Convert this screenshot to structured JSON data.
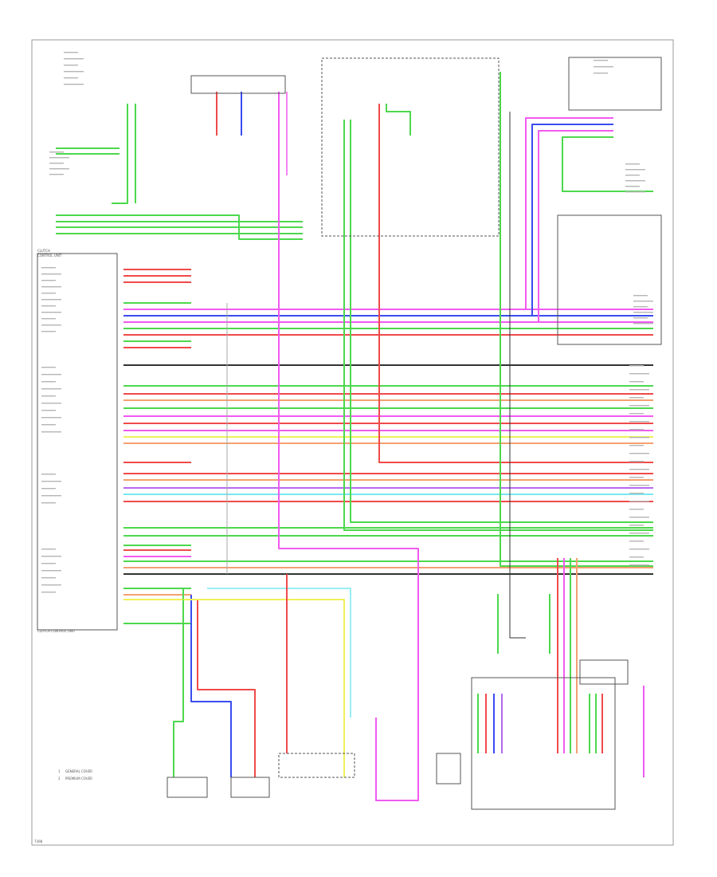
{
  "diagram": {
    "footer_id": "7398",
    "unit_label": "CLUTCH CONTROL UNIT",
    "unit_label_top_a": "CLUTCH",
    "unit_label_top_b": "CONTROL UNIT",
    "legend": [
      {
        "num": "1",
        "text": "GENERAL COVER"
      },
      {
        "num": "2",
        "text": "PREMIUM COVER"
      }
    ]
  },
  "colors": {
    "green": "#4dd84d",
    "pink": "#f05af0",
    "blue": "#3a4cf0",
    "red": "#f04a4a",
    "orange": "#f4a070",
    "yellow": "#f0f05a",
    "cyan": "#78e8f0",
    "purple": "#b56af0",
    "gray": "#a8a8a8",
    "black": "#333333"
  }
}
